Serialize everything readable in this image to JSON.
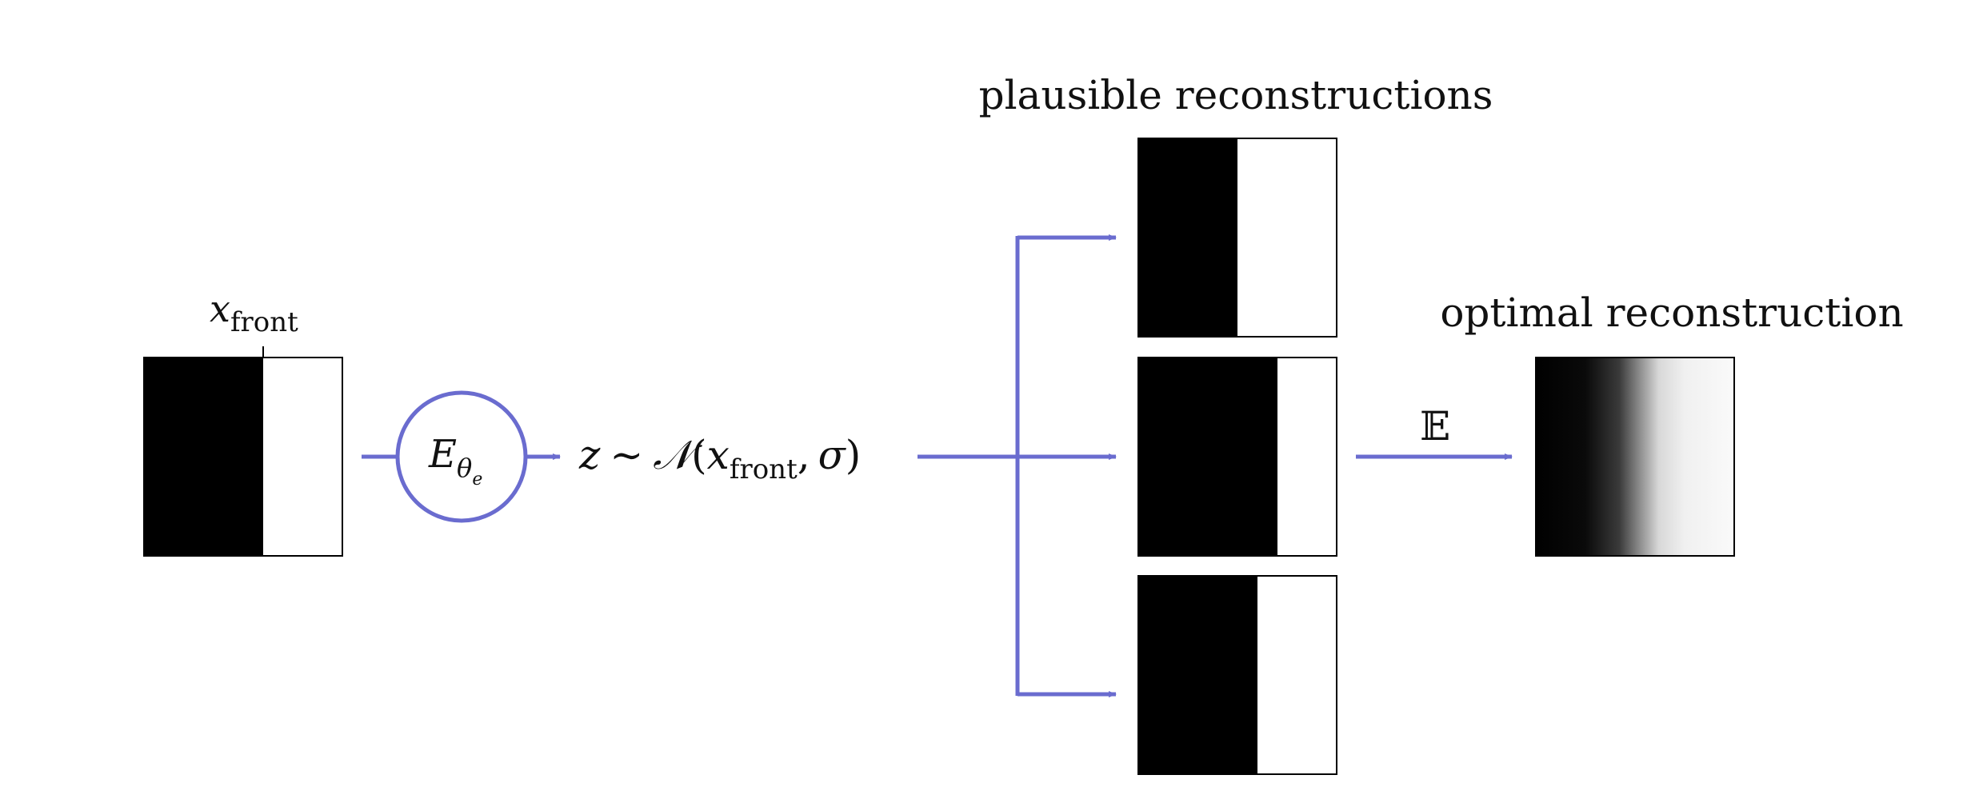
{
  "colors": {
    "flow": "#6a6ccf",
    "box_fill_dark": "#000000",
    "box_fill_light": "#ffffff",
    "text": "#111111"
  },
  "labels": {
    "input_var": "x",
    "input_sub": "front",
    "encoder_sym": "E",
    "encoder_sub": "θ",
    "encoder_subsub": "e",
    "latent_z": "z",
    "latent_tilde": "∼",
    "latent_dist": "𝒩",
    "latent_open": "(",
    "latent_x": "x",
    "latent_xsub": "front",
    "latent_comma": ",",
    "latent_sigma": "σ",
    "latent_close": ")",
    "plausible_title": "plausible reconstructions",
    "optimal_title": "optimal reconstruction",
    "expectation": "𝔼"
  },
  "images": {
    "input_split": 0.6,
    "plausible_splits": [
      0.5,
      0.7,
      0.6
    ],
    "optimal_edge": 0.6
  }
}
